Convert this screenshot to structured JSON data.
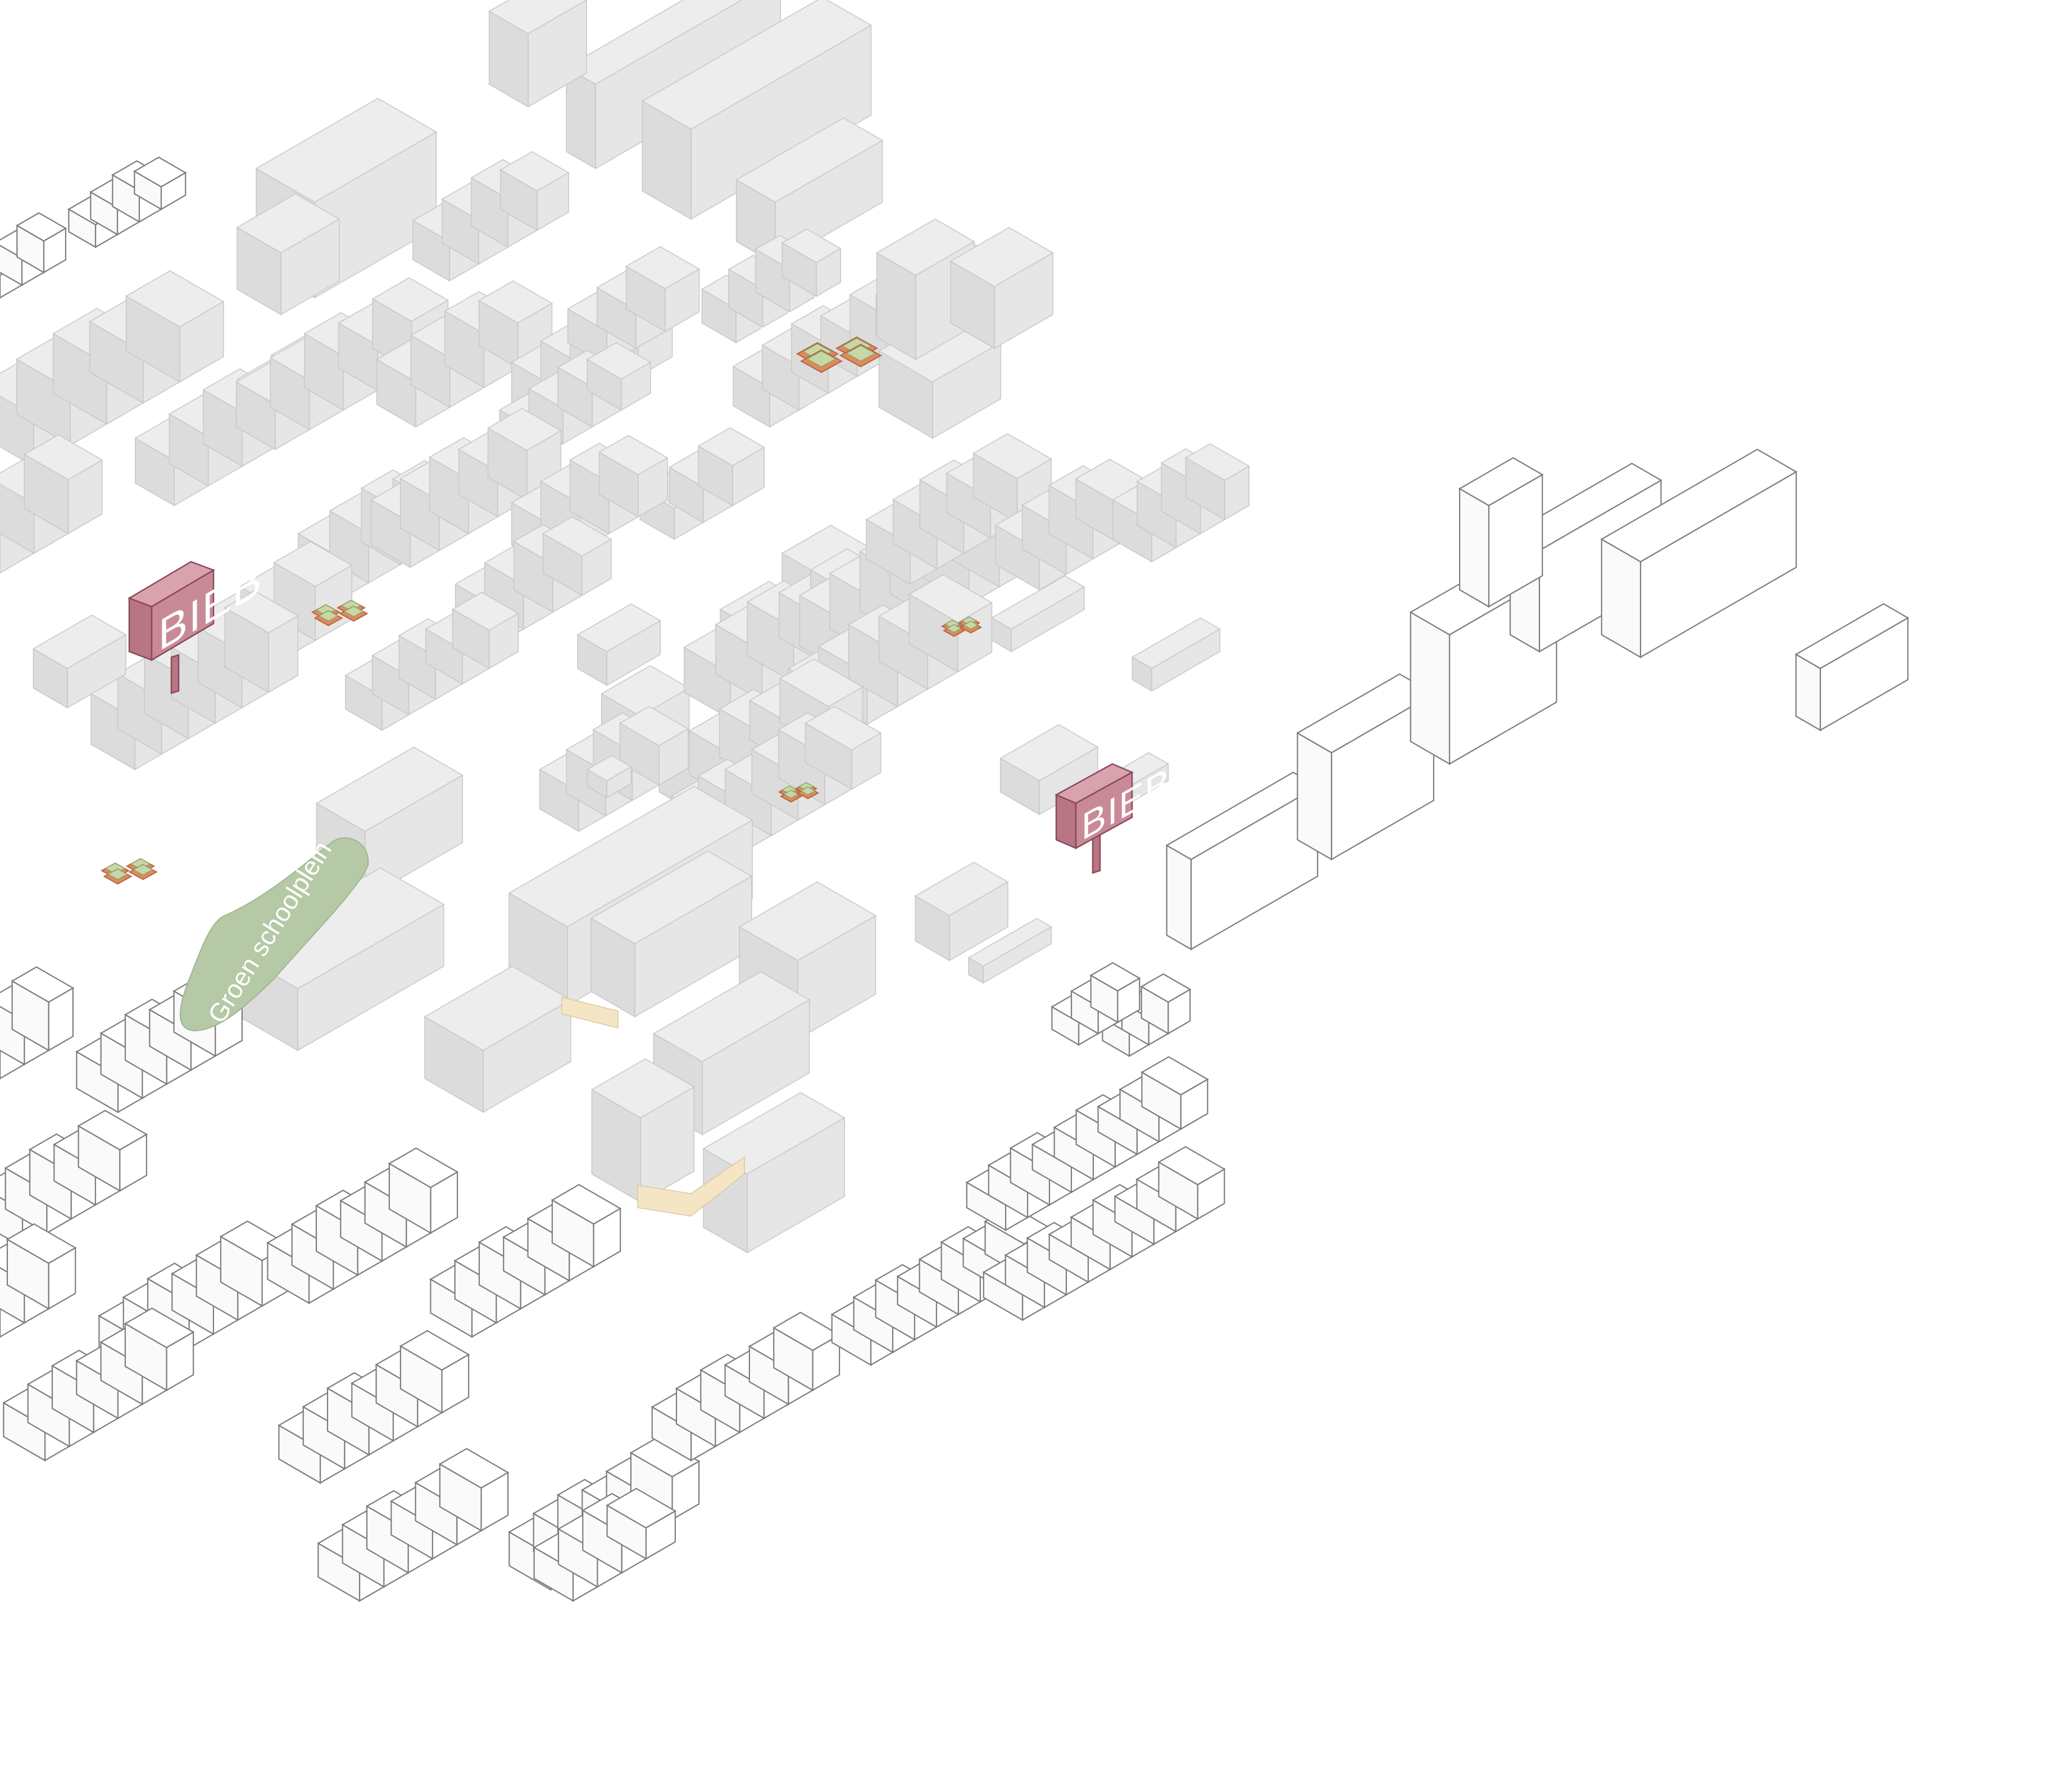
{
  "labels": {
    "library_sign_1": "BIEB",
    "library_sign_2": "BIEB",
    "green_schoolyard": "Groen schoolplein"
  },
  "colors": {
    "existing_building": "#e6e6e6",
    "outline_building": "#7d7d7d",
    "library_sign": "#c98a97",
    "green_schoolyard": "#b5c9a6",
    "planter_edge": "#e0895e",
    "planter_fill": "#c8d7a8",
    "ground_floor_highlight": "#f4e6c4"
  },
  "icons": {
    "library_marker": "billboard-sign-icon",
    "planter": "planter-box-icon"
  }
}
